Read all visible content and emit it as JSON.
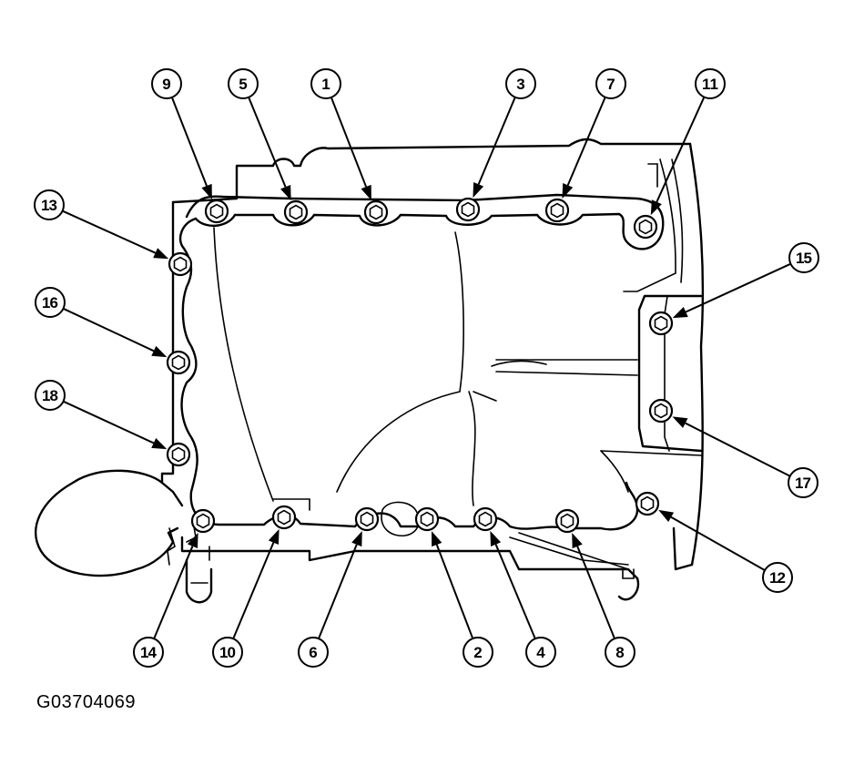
{
  "figure_id": "G03704069",
  "callouts": [
    {
      "label": "9",
      "bolt": [
        238,
        232
      ],
      "tag": [
        183,
        92
      ]
    },
    {
      "label": "5",
      "bolt": [
        325,
        233
      ],
      "tag": [
        267,
        92
      ]
    },
    {
      "label": "1",
      "bolt": [
        413,
        233
      ],
      "tag": [
        358,
        92
      ]
    },
    {
      "label": "3",
      "bolt": [
        514,
        230
      ],
      "tag": [
        572,
        92
      ]
    },
    {
      "label": "7",
      "bolt": [
        612,
        231
      ],
      "tag": [
        671,
        92
      ]
    },
    {
      "label": "11",
      "bolt": [
        709,
        249
      ],
      "tag": [
        780,
        92
      ]
    },
    {
      "label": "13",
      "bolt": [
        198,
        290
      ],
      "tag": [
        54,
        225
      ]
    },
    {
      "label": "16",
      "bolt": [
        196,
        398
      ],
      "tag": [
        55,
        332
      ]
    },
    {
      "label": "18",
      "bolt": [
        196,
        499
      ],
      "tag": [
        55,
        434
      ]
    },
    {
      "label": "15",
      "bolt": [
        726,
        355
      ],
      "tag": [
        883,
        283
      ]
    },
    {
      "label": "17",
      "bolt": [
        726,
        451
      ],
      "tag": [
        882,
        530
      ]
    },
    {
      "label": "12",
      "bolt": [
        711,
        553
      ],
      "tag": [
        854,
        634
      ]
    },
    {
      "label": "14",
      "bolt": [
        223,
        572
      ],
      "tag": [
        163,
        716
      ]
    },
    {
      "label": "10",
      "bolt": [
        312,
        568
      ],
      "tag": [
        250,
        716
      ]
    },
    {
      "label": "6",
      "bolt": [
        403,
        570
      ],
      "tag": [
        344,
        716
      ]
    },
    {
      "label": "2",
      "bolt": [
        469,
        570
      ],
      "tag": [
        525,
        716
      ]
    },
    {
      "label": "4",
      "bolt": [
        533,
        570
      ],
      "tag": [
        594,
        716
      ]
    },
    {
      "label": "8",
      "bolt": [
        623,
        572
      ],
      "tag": [
        681,
        716
      ]
    }
  ]
}
